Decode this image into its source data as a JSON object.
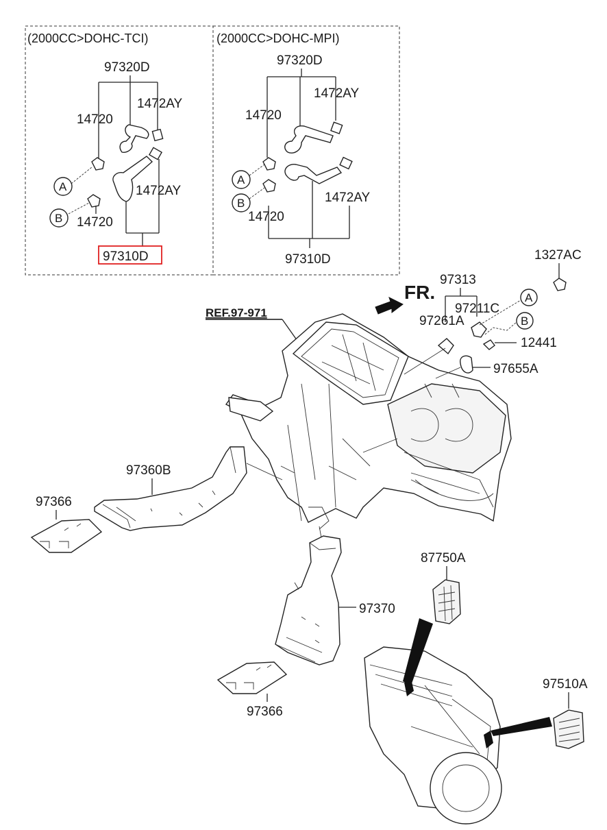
{
  "panels": {
    "left": {
      "header": "(2000CC>DOHC-TCI)",
      "labels": {
        "top": "97320D",
        "clamp_left_top": "14720",
        "clamp_right_top": "1472AY",
        "clamp_right_bottom": "1472AY",
        "clamp_left_bottom": "14720",
        "bottom": "97310D"
      },
      "circles": {
        "a": "A",
        "b": "B"
      },
      "highlight_color": "#e02020"
    },
    "right": {
      "header": "(2000CC>DOHC-MPI)",
      "labels": {
        "top": "97320D",
        "clamp_left_top": "14720",
        "clamp_right_top": "1472AY",
        "clamp_right_bottom": "1472AY",
        "clamp_left_bottom": "14720",
        "bottom": "97310D"
      },
      "circles": {
        "a": "A",
        "b": "B"
      }
    }
  },
  "main": {
    "ref": "REF.97-971",
    "front_marker": "FR.",
    "parts": {
      "p97313": "97313",
      "p97211c": "97211C",
      "p97261a": "97261A",
      "p1327ac": "1327AC",
      "p12441": "12441",
      "p97655a": "97655A",
      "p97360b": "97360B",
      "p97366_top": "97366",
      "p97370": "97370",
      "p97366_bottom": "97366",
      "p87750a": "87750A",
      "p97510a": "97510A"
    },
    "circles": {
      "a": "A",
      "b": "B"
    }
  }
}
